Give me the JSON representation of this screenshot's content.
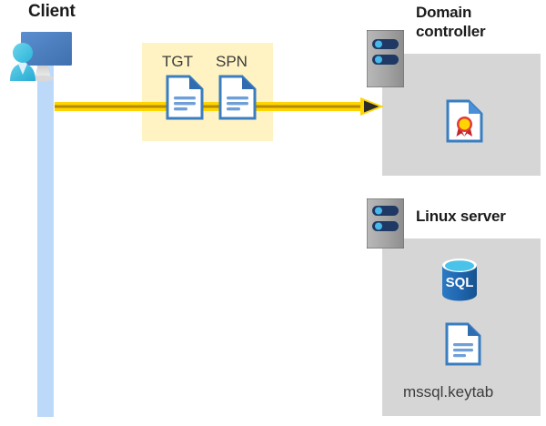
{
  "diagram": {
    "title_client": "Client",
    "title_domain_controller": "Domain\ncontroller",
    "title_linux_server": "Linux server",
    "flow_labels": {
      "tgt": "TGT",
      "spn": "SPN"
    },
    "file_label": "mssql.keytab",
    "icons": {
      "client": "user-with-monitor-icon",
      "tgt_document": "document-icon",
      "spn_document": "document-icon",
      "domain_controller_server": "server-rack-icon",
      "linux_server": "server-rack-icon",
      "certificate": "certificate-document-icon",
      "sql_database": "sql-database-icon",
      "keytab_document": "document-icon",
      "flow_arrow": "right-arrow-icon"
    },
    "colors": {
      "highlight": "#fff3c4",
      "panel": "#d6d6d6",
      "lifeline": "#bcd9fa",
      "arrow": "#ffd400",
      "arrow_core": "#b58a00",
      "doc_blue": "#3a7ec0",
      "sql_blue": "#1f6ab5",
      "cert_red": "#d93a32",
      "cert_yellow": "#ffd400",
      "monitor_blue": "#4f81bd",
      "person_cyan": "#41c0e0",
      "server_gray": "#9d9d9d",
      "server_navy": "#1f3864",
      "text_dark": "#1b1b1b",
      "text_plain": "#3c3c3c"
    }
  }
}
